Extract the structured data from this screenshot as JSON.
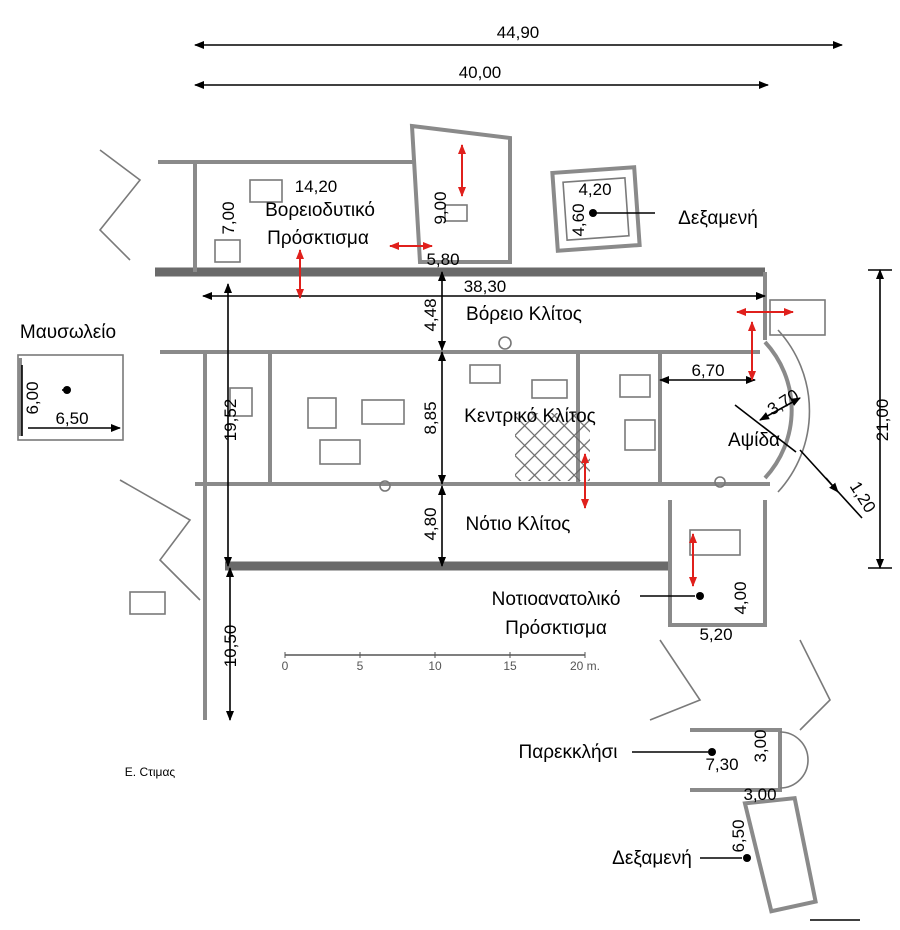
{
  "labels": {
    "northwest_annex_1": "Βορειοδυτικό",
    "northwest_annex_2": "Πρόσκτισμα",
    "mausoleum": "Μαυσωλείο",
    "north_aisle": "Βόρειο Κλίτος",
    "central_aisle": "Κεντρικό Κλίτος",
    "south_aisle": "Νότιο Κλίτος",
    "apse": "Αψίδα",
    "cistern_top": "Δεξαμενή",
    "southeast_annex_1": "Νοτιοανατολικό",
    "southeast_annex_2": "Πρόσκτισμα",
    "chapel": "Παρεκκλήσι",
    "cistern_bottom": "Δεξαμενή",
    "signature": "Ε. Cτιμας"
  },
  "dimensions": {
    "total_length": "44,90",
    "nave_length": "40,00",
    "nw_annex_width": "14,20",
    "nw_annex_depth": "7,00",
    "small_room_height": "9,00",
    "small_room_width": "5,80",
    "cistern_width": "4,20",
    "cistern_depth": "4,60",
    "inner_length": "38,30",
    "north_aisle_width": "4,48",
    "total_width": "21,00",
    "mausoleum_width": "6,50",
    "mausoleum_depth": "6,00",
    "east_offset": "6,70",
    "apse_radius": "3,70",
    "central_aisle_width": "8,85",
    "church_width": "19,52",
    "apse_wall": "1,20",
    "south_aisle_width": "4,80",
    "se_annex_depth": "4,00",
    "se_annex_width": "5,20",
    "south_extension": "10,50",
    "chapel_width": "3,00",
    "chapel_length": "7,30",
    "cistern2_width": "3,00",
    "cistern2_length": "6,50"
  },
  "scale_bar": [
    "0",
    "5",
    "10",
    "15",
    "20 m."
  ],
  "colors": {
    "arrow": "#e0201c",
    "walls": "#6a6a6a",
    "text": "#000000"
  }
}
